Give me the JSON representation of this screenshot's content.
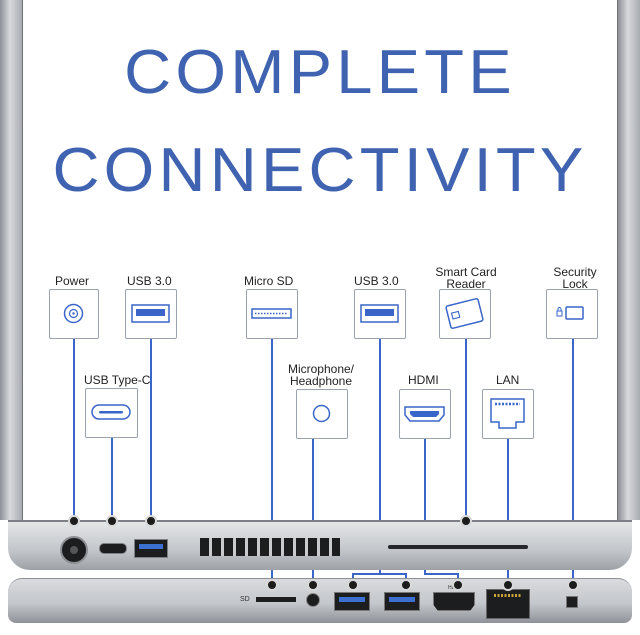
{
  "headline": {
    "line1": "COMPLETE",
    "line2": "CONNECTIVITY"
  },
  "ports": {
    "power": "Power",
    "usb_type_c": "USB Type-C",
    "usb3_left": "USB 3.0",
    "micro_sd": "Micro SD",
    "microphone_line1": "Microphone/",
    "microphone_line2": "Headphone",
    "usb3_right": "USB 3.0",
    "smart_card_line1": "Smart Card",
    "smart_card_line2": "Reader",
    "hdmi": "HDMI",
    "lan": "LAN",
    "security_line1": "Security",
    "security_line2": "Lock"
  },
  "printed": {
    "sd": "SD",
    "hdmi": "HDMI"
  },
  "colors": {
    "headline": "#3f63b0",
    "leader": "#3966c8",
    "port": "#3966c8",
    "chassis": "#c2c5c9"
  },
  "icons": [
    "power-icon",
    "usb-a-icon",
    "usb-c-icon",
    "microsd-icon",
    "headphone-jack-icon",
    "smart-card-icon",
    "hdmi-icon",
    "ethernet-icon",
    "security-lock-icon"
  ]
}
